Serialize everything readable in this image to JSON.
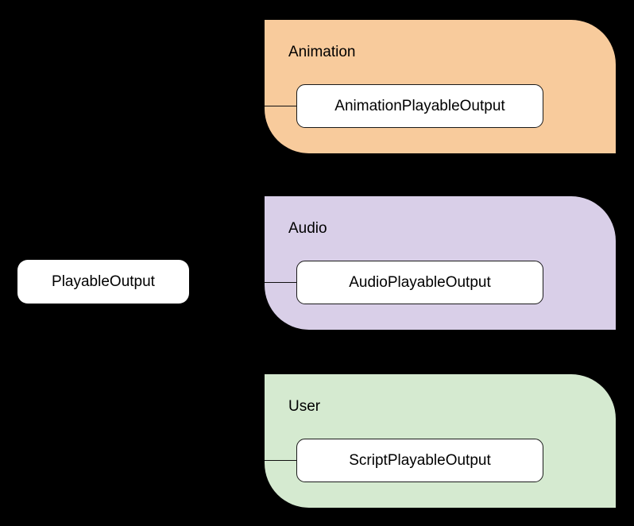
{
  "diagram": {
    "kind": "class-hierarchy",
    "background_color": "#000000",
    "root": {
      "label": "PlayableOutput"
    },
    "packages": [
      {
        "name": "Animation",
        "color": "#f8cb9c",
        "child": "AnimationPlayableOutput"
      },
      {
        "name": "Audio",
        "color": "#d9cfe8",
        "child": "AudioPlayableOutput"
      },
      {
        "name": "User",
        "color": "#d5ead0",
        "child": "ScriptPlayableOutput"
      }
    ]
  }
}
